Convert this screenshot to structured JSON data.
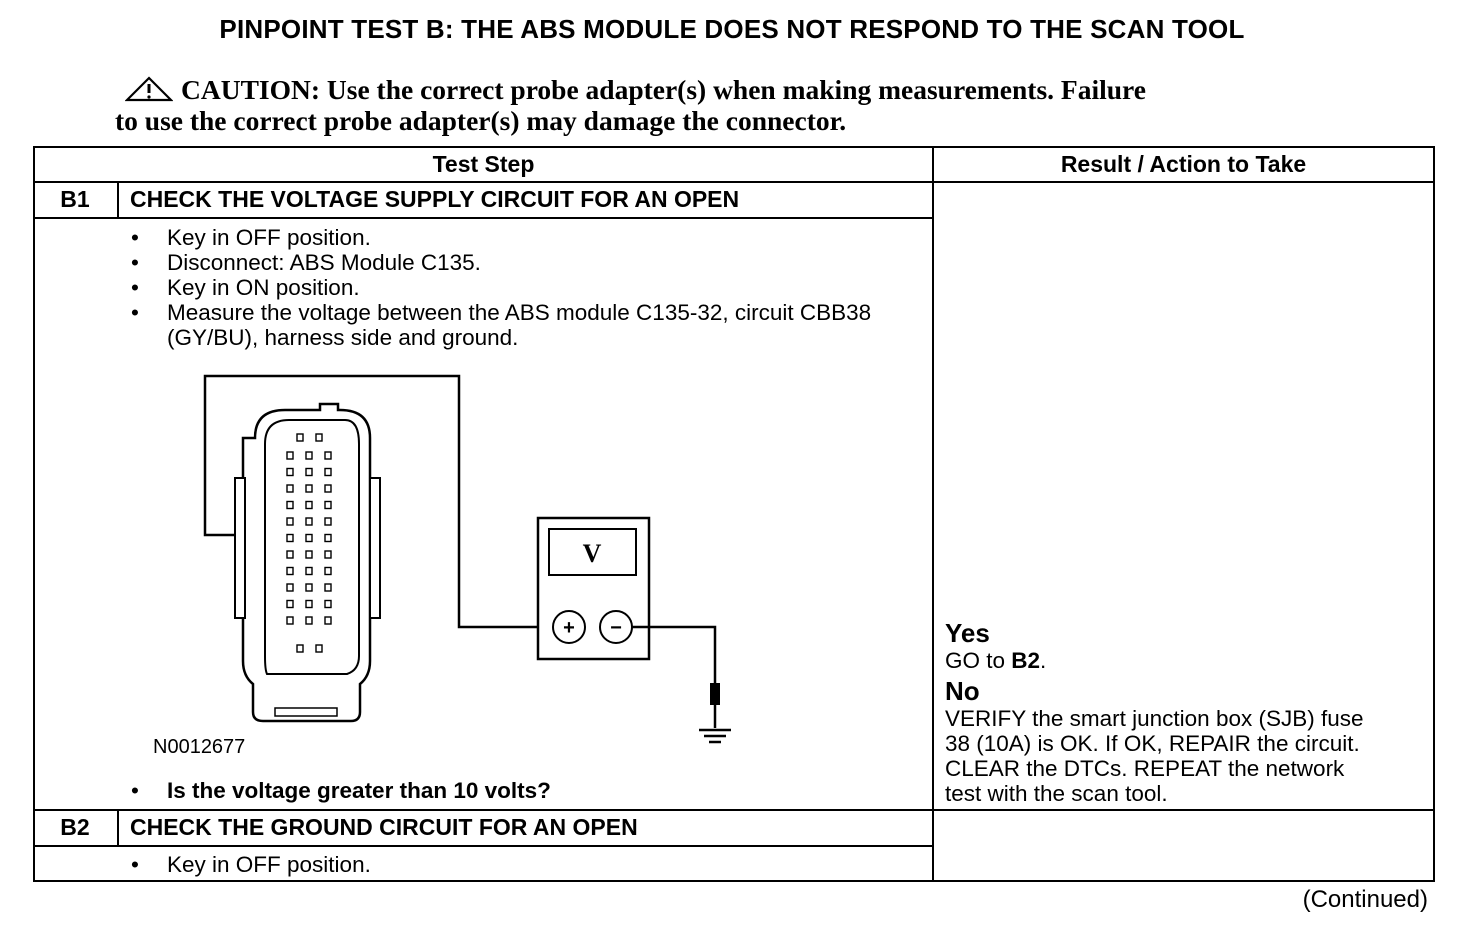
{
  "title": "PINPOINT TEST  B: THE ABS MODULE DOES NOT RESPOND TO THE SCAN TOOL",
  "caution": {
    "line1": "CAUTION: Use the correct probe adapter(s) when making measurements. Failure",
    "line2": "to use the correct probe adapter(s) may damage the connector."
  },
  "table": {
    "headers": {
      "test_step": "Test Step",
      "result": "Result / Action to Take"
    },
    "steps": [
      {
        "id": "B1",
        "title": "CHECK THE VOLTAGE SUPPLY CIRCUIT FOR AN OPEN",
        "bullets": [
          "Key in OFF position.",
          "Disconnect: ABS Module C135.",
          "Key in ON position.",
          "Measure the voltage between the ABS module C135-32, circuit CBB38 (GY/BU), harness side and ground."
        ],
        "figure_code": "N0012677",
        "question": "Is the voltage greater than 10 volts?",
        "result": {
          "yes_label": "Yes",
          "yes_action_pre": "GO to ",
          "yes_action_target": "B2",
          "yes_action_post": ".",
          "no_label": "No",
          "no_action_lines": [
            "VERIFY the smart junction box (SJB) fuse",
            "38 (10A) is OK. If OK, REPAIR the circuit.",
            "CLEAR the DTCs. REPEAT the network",
            "test with the scan tool."
          ]
        }
      },
      {
        "id": "B2",
        "title": "CHECK THE GROUND CIRCUIT FOR AN OPEN",
        "bullets": [
          "Key in OFF position."
        ]
      }
    ]
  },
  "meter": {
    "symbol": "V",
    "plus": "+",
    "minus": "−"
  },
  "continued": "(Continued)"
}
